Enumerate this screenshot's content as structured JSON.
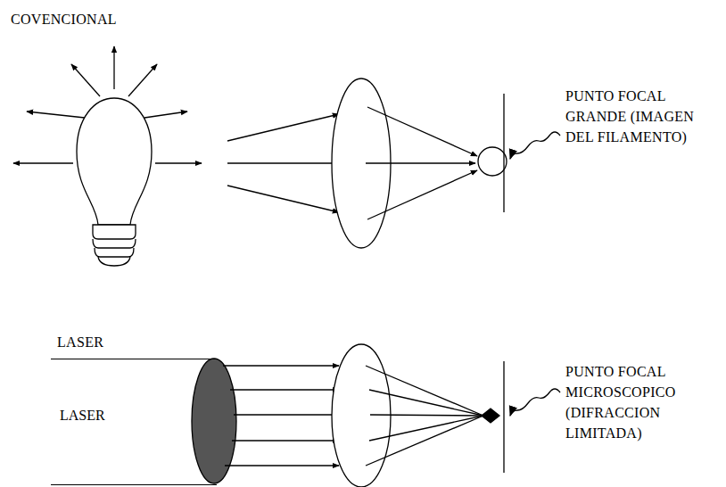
{
  "diagram": {
    "nodes": [
      {
        "text": [
          "LASER"
        ]
      }
    ],
    "labels": [
      "COVENCIONAL",
      "PUNTO FOCAL GRANDE (IMAGEN DEL FILAMENTO)",
      "LASER",
      "PUNTO FOCAL MICROSCOPICO (DIFRACCION LIMITADA)"
    ]
  }
}
